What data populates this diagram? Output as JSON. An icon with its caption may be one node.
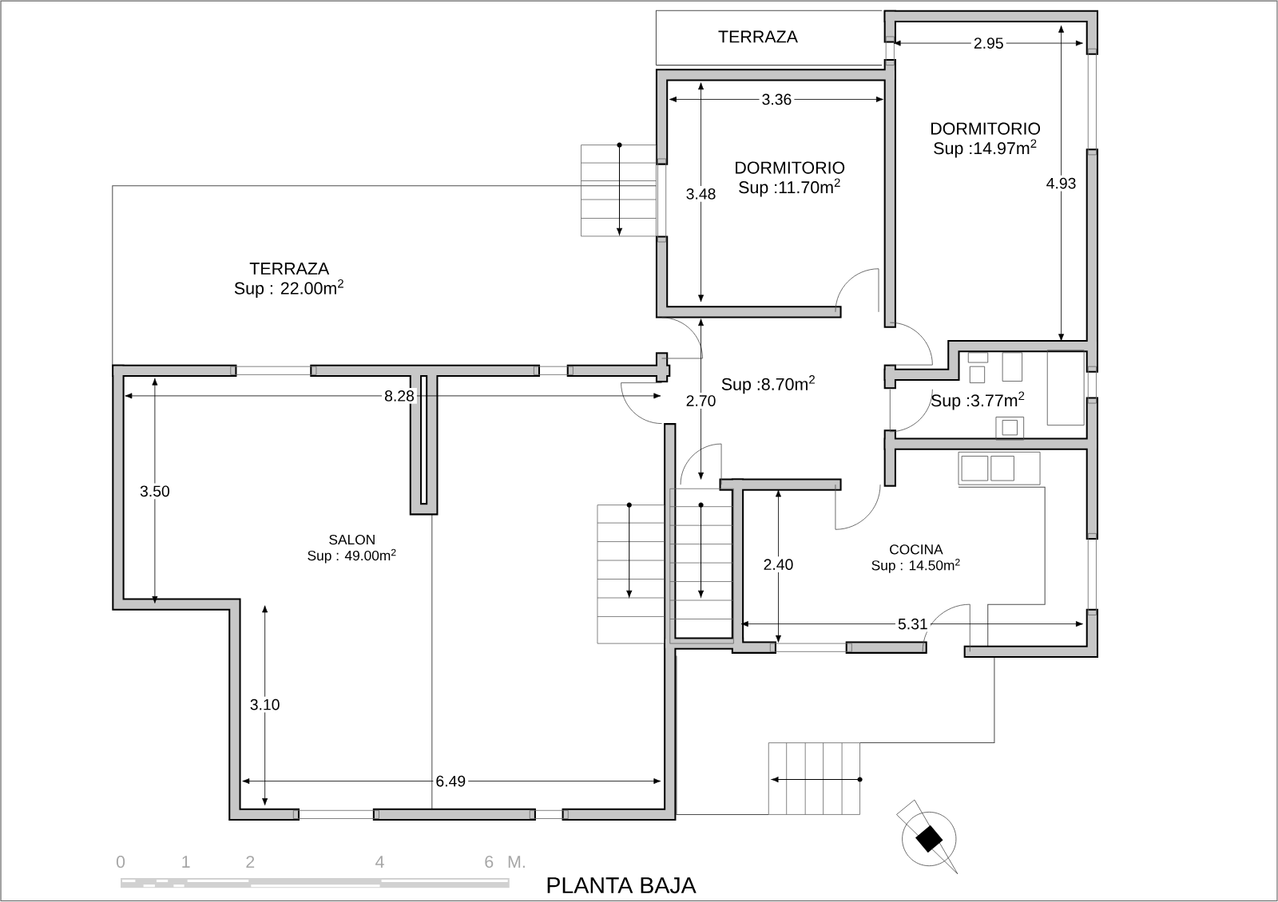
{
  "diagram": {
    "title": "PLANTA BAJA",
    "nodes": [
      {
        "text": [
          "TERRAZA"
        ]
      },
      {
        "text": [
          "DORMITORIO",
          "Sup :11.70m$^{2}$"
        ]
      },
      {
        "text": [
          "DORMITORIO",
          "Sup :14.97m$^{2}$"
        ]
      },
      {
        "text": [
          "TERRAZA",
          "Sup : 22.00m$^{2}$"
        ]
      },
      {
        "text": [
          "Sup :8.70m$^{2}$"
        ]
      },
      {
        "text": [
          "Sup :3.77m$^{2}$"
        ]
      },
      {
        "text": [
          "SALON",
          "Sup : 49.00m$^{2}$"
        ]
      },
      {
        "text": [
          "COCINA",
          "Sup : 14.50m$^{2}$"
        ]
      }
    ],
    "labels": [
      "2.95",
      "3.36",
      "4.93",
      "3.48",
      "8.28",
      "2.70",
      "3.50",
      "2.40",
      "5.31",
      "3.10",
      "6.49",
      "0",
      "1",
      "2",
      "4",
      "6",
      "M."
    ]
  }
}
